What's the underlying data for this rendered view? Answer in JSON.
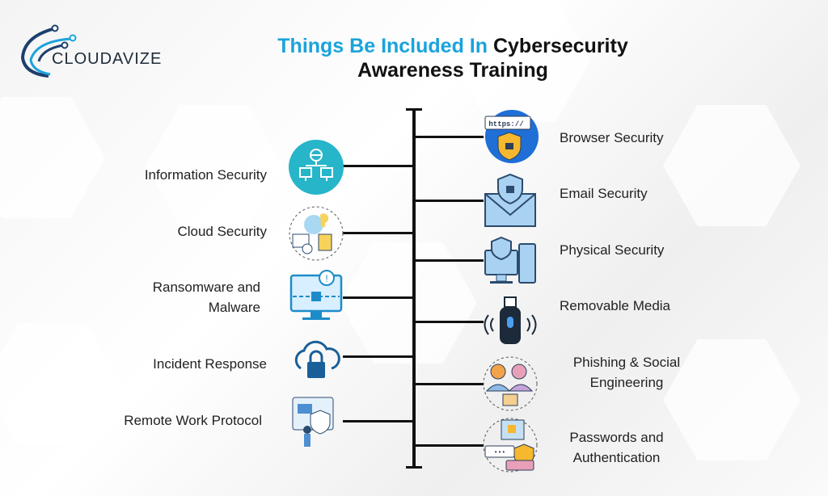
{
  "logo": {
    "text": "CLOUDAVIZE"
  },
  "title": {
    "highlight": "Things Be Included In",
    "rest_line1": "Cybersecurity",
    "line2": "Awareness Training"
  },
  "left_items": [
    {
      "label": "Information Security",
      "icon": "network-globe-icon"
    },
    {
      "label": "Cloud Security",
      "icon": "cloud-data-icon"
    },
    {
      "label": "Ransomware and Malware",
      "icon": "locked-monitor-icon"
    },
    {
      "label": "Incident Response",
      "icon": "cloud-lock-icon"
    },
    {
      "label": "Remote Work Protocol",
      "icon": "remote-work-icon"
    }
  ],
  "right_items": [
    {
      "label": "Browser Security",
      "icon": "https-shield-icon"
    },
    {
      "label": "Email Security",
      "icon": "email-shield-icon"
    },
    {
      "label": "Physical Security",
      "icon": "computer-shield-icon"
    },
    {
      "label": "Removable Media",
      "icon": "usb-drive-icon"
    },
    {
      "label": "Phishing & Social Engineering",
      "icon": "phishing-icon"
    },
    {
      "label": "Passwords and Authentication",
      "icon": "password-icon"
    }
  ],
  "colors": {
    "accent": "#1aa3dc",
    "teal": "#27b5c9",
    "line": "#111111"
  }
}
